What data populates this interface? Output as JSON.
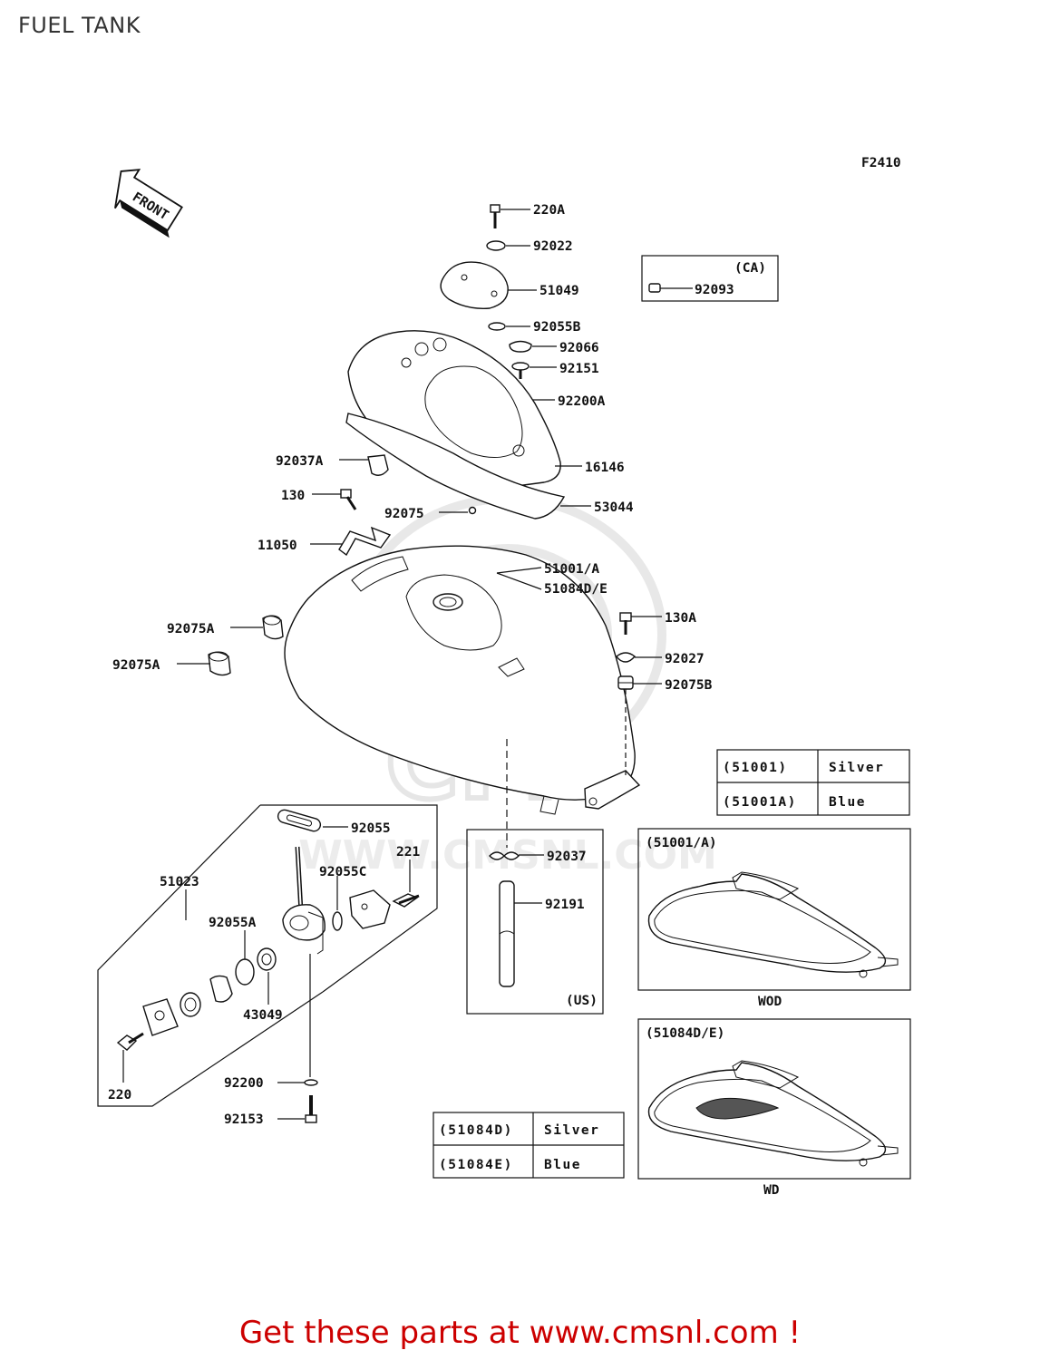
{
  "title": "FUEL TANK",
  "figure_code": "F2410",
  "front_label": "FRONT",
  "watermark": "WWW.CMSNL.COM",
  "footer": "Get these parts at www.cmsnl.com !",
  "parts": {
    "p220A": "220A",
    "p92022": "92022",
    "p51049": "51049",
    "p92055B": "92055B",
    "p92066": "92066",
    "p92151": "92151",
    "p92200A": "92200A",
    "p16146": "16146",
    "p53044": "53044",
    "p92037A": "92037A",
    "p130": "130",
    "p92075": "92075",
    "p11050": "11050",
    "p51001A": "51001/A",
    "p51084DE": "51084D/E",
    "p130A": "130A",
    "p92027": "92027",
    "p92075B": "92075B",
    "p92075A_1": "92075A",
    "p92075A_2": "92075A",
    "p92055": "92055",
    "p221": "221",
    "p92055C": "92055C",
    "p51023": "51023",
    "p92055A": "92055A",
    "p43049": "43049",
    "p220": "220",
    "p92200": "92200",
    "p92153": "92153",
    "p92037": "92037",
    "p92191": "92191",
    "p92093": "92093"
  },
  "ca_box": {
    "label": "(CA)"
  },
  "us_box": {
    "label": "(US)"
  },
  "color_table_51001": [
    {
      "code": "(51001)",
      "color": "Silver"
    },
    {
      "code": "(51001A)",
      "color": "Blue"
    }
  ],
  "color_table_51084": [
    {
      "code": "(51084D)",
      "color": "Silver"
    },
    {
      "code": "(51084E)",
      "color": "Blue"
    }
  ],
  "inset_51001": {
    "label": "(51001/A)",
    "caption": "WOD"
  },
  "inset_51084": {
    "label": "(51084D/E)",
    "caption": "WD"
  }
}
